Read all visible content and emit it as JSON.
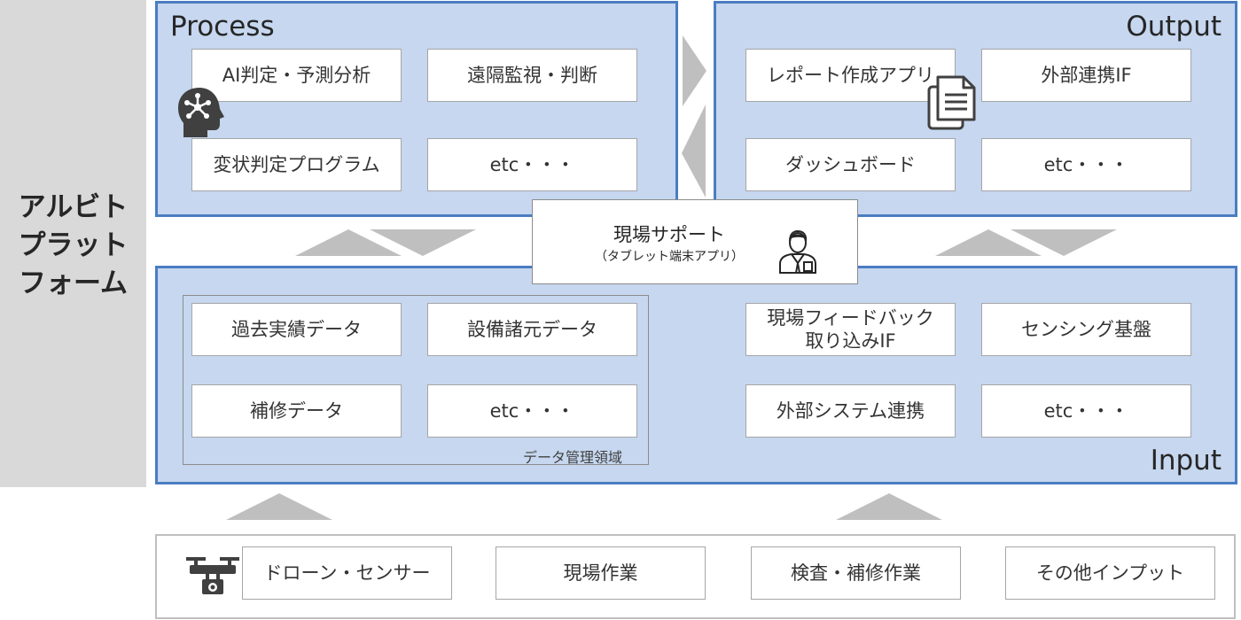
{
  "platform_label": [
    "アルビト",
    "プラット",
    "フォーム"
  ],
  "process": {
    "title": "Process",
    "items": [
      "AI判定・予測分析",
      "遠隔監視・判断",
      "変状判定プログラム",
      "etc・・・"
    ]
  },
  "output": {
    "title": "Output",
    "items": [
      "レポート作成アプリ",
      "外部連携IF",
      "ダッシュボード",
      "etc・・・"
    ]
  },
  "input": {
    "title": "Input",
    "data_zone_label": "データ管理領域",
    "data_items": [
      "過去実績データ",
      "設備諸元データ",
      "補修データ",
      "etc・・・"
    ],
    "items": [
      "現場フィードバック",
      "取り込みIF",
      "センシング基盤",
      "外部システム連携",
      "etc・・・"
    ]
  },
  "field_support": {
    "title": "現場サポート",
    "subtitle": "（タブレット端末アプリ）"
  },
  "sources": [
    "ドローン・センサー",
    "現場作業",
    "検査・補修作業",
    "その他インプット"
  ],
  "icons": [
    "ai-head-icon",
    "document-icon",
    "support-person-icon",
    "drone-icon"
  ],
  "colors": {
    "panel_fill": "#c6d7ef",
    "panel_border": "#4a7dc2",
    "arrow": "#bfbfbf",
    "sidebar": "#d9d9d9"
  }
}
